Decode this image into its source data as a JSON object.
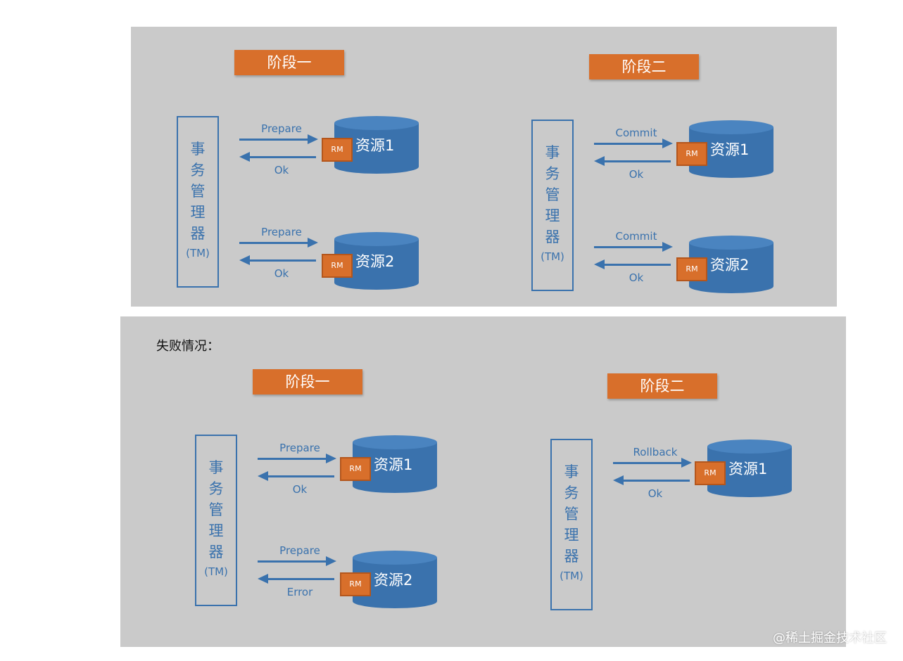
{
  "top": {
    "phase1": {
      "title": "阶段一",
      "tm": {
        "chars": "事\n务\n管\n理\n器",
        "abbr": "(TM)"
      },
      "rows": [
        {
          "req": "Prepare",
          "resp": "Ok",
          "rm": "RM",
          "res": "资源1"
        },
        {
          "req": "Prepare",
          "resp": "Ok",
          "rm": "RM",
          "res": "资源2"
        }
      ]
    },
    "phase2": {
      "title": "阶段二",
      "tm": {
        "chars": "事\n务\n管\n理\n器",
        "abbr": "(TM)"
      },
      "rows": [
        {
          "req": "Commit",
          "resp": "Ok",
          "rm": "RM",
          "res": "资源1"
        },
        {
          "req": "Commit",
          "resp": "Ok",
          "rm": "RM",
          "res": "资源2"
        }
      ]
    }
  },
  "fail_title": "失败情况：",
  "bottom": {
    "phase1": {
      "title": "阶段一",
      "tm": {
        "chars": "事\n务\n管\n理\n器",
        "abbr": "(TM)"
      },
      "rows": [
        {
          "req": "Prepare",
          "resp": "Ok",
          "rm": "RM",
          "res": "资源1"
        },
        {
          "req": "Prepare",
          "resp": "Error",
          "rm": "RM",
          "res": "资源2"
        }
      ]
    },
    "phase2": {
      "title": "阶段二",
      "tm": {
        "chars": "事\n务\n管\n理\n器",
        "abbr": "(TM)"
      },
      "rows": [
        {
          "req": "Rollback",
          "resp": "Ok",
          "rm": "RM",
          "res": "资源1"
        }
      ]
    }
  },
  "watermark": "@稀土掘金技术社区"
}
